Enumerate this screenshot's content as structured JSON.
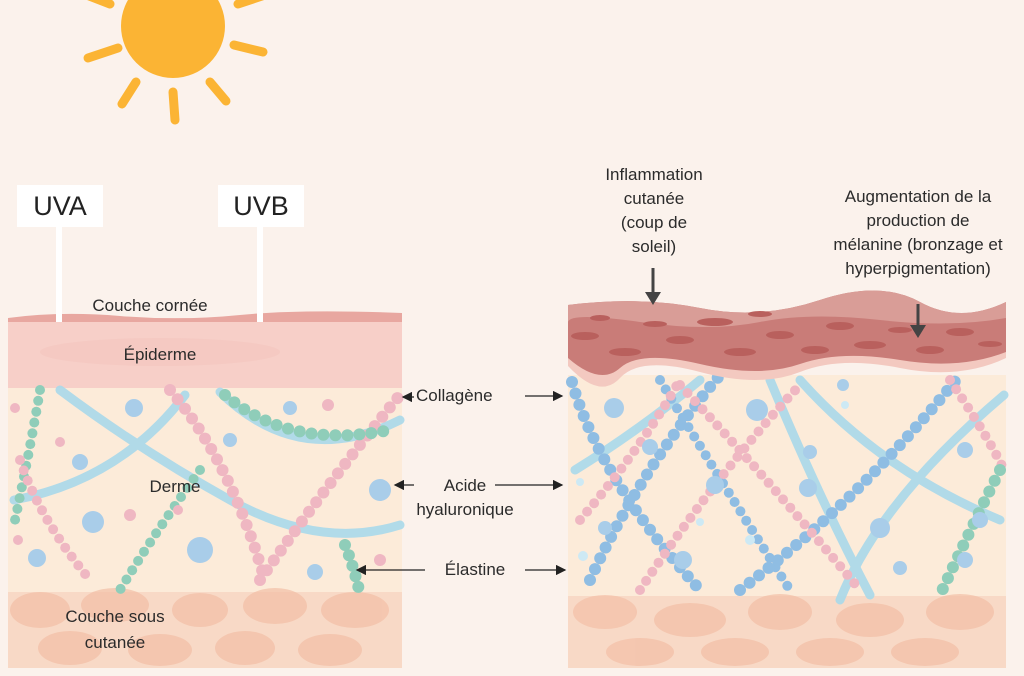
{
  "labels": {
    "uva": "UVA",
    "uvb": "UVB",
    "couche_cornee": "Couche cornée",
    "epiderme": "Épiderme",
    "derme": "Derme",
    "couche_sous_cutanee_1": "Couche sous",
    "couche_sous_cutanee_2": "cutanée",
    "collagene": "Collagène",
    "acide_1": "Acide",
    "acide_2": "hyaluronique",
    "elastine": "Élastine",
    "inflammation_lines": [
      "Inflammation",
      "cutanée",
      "(coup de",
      "soleil)"
    ],
    "melanine_lines": [
      "Augmentation de la",
      "production de",
      "mélanine (bronzage et",
      "hyperpigmentation)"
    ]
  },
  "colors": {
    "background": "#fbf2ec",
    "sun": "#fbb434",
    "stratum_corneum": "#e8a7a0",
    "epidermis": "#f7cfc8",
    "dermis": "#fcebd9",
    "hypodermis": "#f8d9c6",
    "hypodermis_cells": "#f3bfa6",
    "burned_epidermis": "#c97c78",
    "burned_spots": "#b9605d",
    "collagen_pink": "#efb7c2",
    "collagen_blue": "#8fbde3",
    "elastin_green": "#8fcdb9",
    "hyaluronic_blue": "#a9d9ea"
  }
}
